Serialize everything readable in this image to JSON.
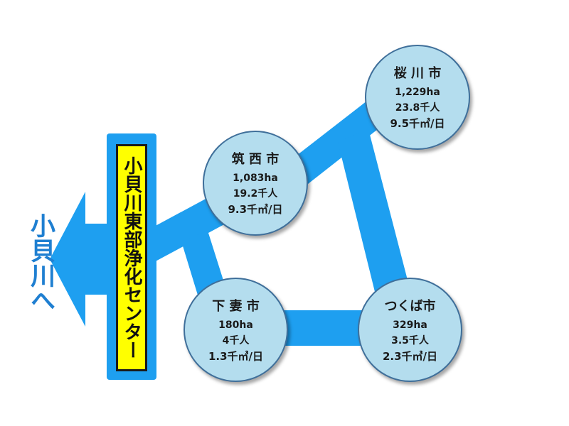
{
  "river_label": "小貝川へ",
  "center_label": "小貝川東部浄化センター",
  "cities": [
    {
      "key": "sakuragawa",
      "name": "桜 川 市",
      "area": "1,229ha",
      "population": "23.8千人",
      "flow": "9.5千㎥/日"
    },
    {
      "key": "chikusei",
      "name": "筑 西 市",
      "area": "1,083ha",
      "population": "19.2千人",
      "flow": "9.3千㎥/日"
    },
    {
      "key": "shimotsuma",
      "name": "下 妻 市",
      "area": "180ha",
      "population": "4千人",
      "flow": "1.3千㎥/日"
    },
    {
      "key": "tsukuba",
      "name": "つくば市",
      "area": "329ha",
      "population": "3.5千人",
      "flow": "2.3千㎥/日"
    }
  ],
  "colors": {
    "pipe": "#1e9ff0",
    "node_fill": "#b4ddee",
    "node_border": "#3f6f9a",
    "center_fill": "#ffff00",
    "river_text": "#1f7fd1"
  }
}
